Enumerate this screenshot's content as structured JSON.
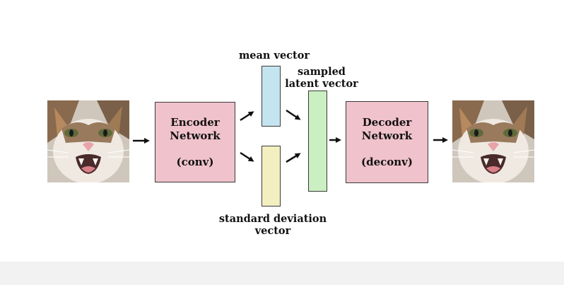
{
  "colors": {
    "encoder": "#f0c2cc",
    "decoder": "#f0c2cc",
    "mean_vector": "#c4e4ef",
    "std_vector": "#f3efc0",
    "latent_vector": "#c9efc2",
    "stroke": "#3a3a3a"
  },
  "images": {
    "input": {
      "icon": "cat-photo-icon"
    },
    "output": {
      "icon": "cat-photo-icon"
    }
  },
  "encoder": {
    "line1": "Encoder",
    "line2": "Network",
    "line3": "(conv)"
  },
  "decoder": {
    "line1": "Decoder",
    "line2": "Network",
    "line3": "(deconv)"
  },
  "mean_vector": {
    "label": "mean vector"
  },
  "std_vector": {
    "label_line1": "standard deviation",
    "label_line2": "vector"
  },
  "latent_vector": {
    "label_line1": "sampled",
    "label_line2": "latent vector"
  }
}
